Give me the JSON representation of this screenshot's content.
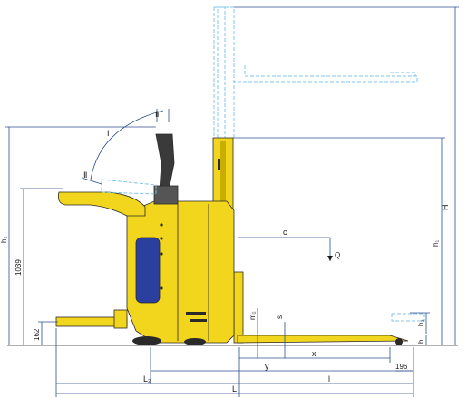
{
  "diagram": {
    "labels": {
      "l1": "l",
      "b1": "Ⅱ",
      "b2": "Ⅱ",
      "I": "I",
      "c": "c",
      "Q": "Q",
      "H": "H",
      "h1": "h₁",
      "h2": "h₂",
      "d1039": "1039",
      "d162": "162",
      "m2": "m₂",
      "s": "s",
      "h3": "h₃",
      "h": "h",
      "x": "x",
      "y": "y",
      "d196": "196",
      "L2": "L₂",
      "l": "l",
      "L": "L"
    },
    "colors": {
      "body": "#f2d51d",
      "body_dark": "#c9ae00",
      "battery": "#2b3f9e",
      "handle": "#3a3a3a",
      "dimension": "#2b4f8c",
      "ghost": "#7fc6e8"
    }
  }
}
